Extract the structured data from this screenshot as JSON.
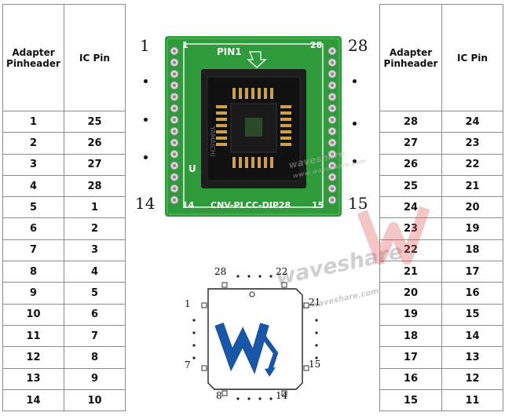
{
  "left_table": {
    "header_adapter": "Adapter Pinheader",
    "header_ic": "IC Pin",
    "rows": [
      [
        "1",
        "25"
      ],
      [
        "2",
        "26"
      ],
      [
        "3",
        "27"
      ],
      [
        "4",
        "28"
      ],
      [
        "5",
        "1"
      ],
      [
        "6",
        "2"
      ],
      [
        "7",
        "3"
      ],
      [
        "8",
        "4"
      ],
      [
        "9",
        "5"
      ],
      [
        "10",
        "6"
      ],
      [
        "11",
        "7"
      ],
      [
        "12",
        "8"
      ],
      [
        "13",
        "9"
      ],
      [
        "14",
        "10"
      ]
    ]
  },
  "right_table": {
    "header_adapter": "Adapter Pinheader",
    "header_ic": "IC Pin",
    "rows": [
      [
        "28",
        "24"
      ],
      [
        "27",
        "23"
      ],
      [
        "26",
        "22"
      ],
      [
        "25",
        "21"
      ],
      [
        "24",
        "20"
      ],
      [
        "23",
        "19"
      ],
      [
        "22",
        "18"
      ],
      [
        "21",
        "17"
      ],
      [
        "20",
        "16"
      ],
      [
        "19",
        "15"
      ],
      [
        "18",
        "14"
      ],
      [
        "17",
        "13"
      ],
      [
        "16",
        "12"
      ],
      [
        "15",
        "11"
      ]
    ]
  },
  "board": {
    "label_pin1": "PIN1",
    "label_name": "CNV-PLCC-DIP28",
    "silk_1": "1",
    "silk_28": "28",
    "silk_14": "14",
    "silk_15": "15",
    "silk_u": "U",
    "outer_1": "1",
    "outer_28": "28",
    "outer_14": "14",
    "outer_15": "15"
  },
  "chip": {
    "pin_28": "28",
    "pin_22": "22",
    "pin_1": "1",
    "pin_21": "21",
    "pin_7": "7",
    "pin_15": "15",
    "pin_8": "8",
    "pin_14": "14"
  },
  "watermark": {
    "text": "waveshare",
    "url": "www.waveshare.com"
  },
  "colors": {
    "pcb_green": "#2f9a3a",
    "socket_black": "#1d1d1d",
    "logo_blue": "#1a56a8",
    "gold": "#caa04a"
  }
}
